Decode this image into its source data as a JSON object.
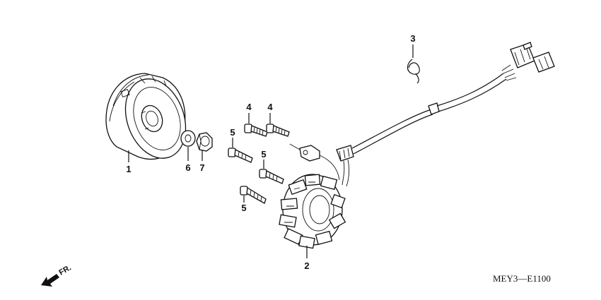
{
  "diagram": {
    "drawing_code": "MEY3—E1100",
    "direction_label": "FR.",
    "callouts": [
      {
        "id": "flywheel",
        "label": "1"
      },
      {
        "id": "stator",
        "label": "2"
      },
      {
        "id": "clip",
        "label": "3"
      },
      {
        "id": "bolt-upper-left",
        "label": "4"
      },
      {
        "id": "bolt-upper-right",
        "label": "4"
      },
      {
        "id": "bolt-a",
        "label": "5"
      },
      {
        "id": "bolt-b",
        "label": "5"
      },
      {
        "id": "bolt-c",
        "label": "5"
      },
      {
        "id": "washer",
        "label": "6"
      },
      {
        "id": "nut",
        "label": "7"
      }
    ]
  }
}
